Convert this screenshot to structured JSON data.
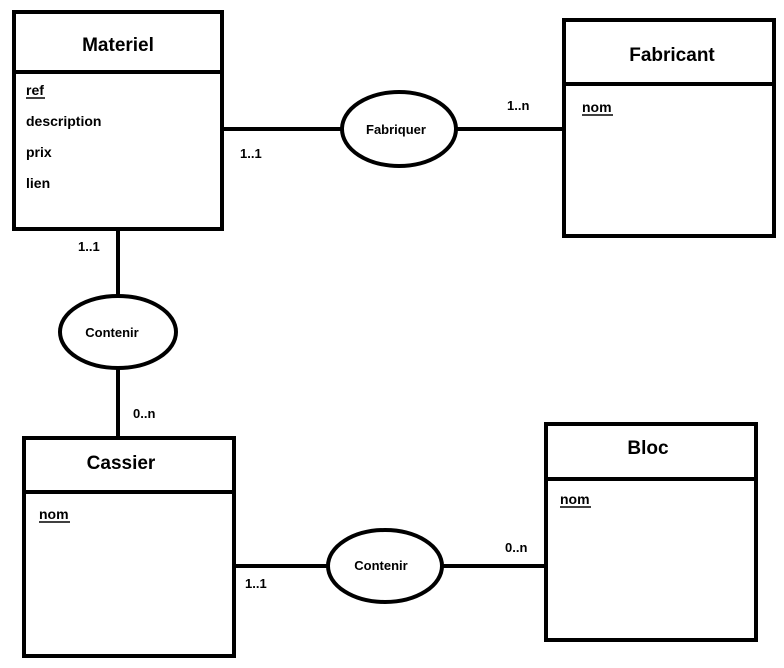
{
  "entities": {
    "materiel": {
      "title": "Materiel",
      "attributes": [
        "ref",
        "description",
        "prix",
        "lien"
      ]
    },
    "fabricant": {
      "title": "Fabricant",
      "attributes": [
        "nom"
      ]
    },
    "cassier": {
      "title": "Cassier",
      "attributes": [
        "nom"
      ]
    },
    "bloc": {
      "title": "Bloc",
      "attributes": [
        "nom"
      ]
    }
  },
  "relations": {
    "fabriquer": "Fabriquer",
    "contenir_top": "Contenir",
    "contenir_bottom": "Contenir"
  },
  "cardinalities": {
    "materiel_fabriquer": "1..1",
    "fabricant_fabriquer": "1..n",
    "materiel_contenir": "1..1",
    "cassier_contenir_top": "0..n",
    "cassier_contenir_bottom": "1..1",
    "bloc_contenir": "0..n"
  }
}
